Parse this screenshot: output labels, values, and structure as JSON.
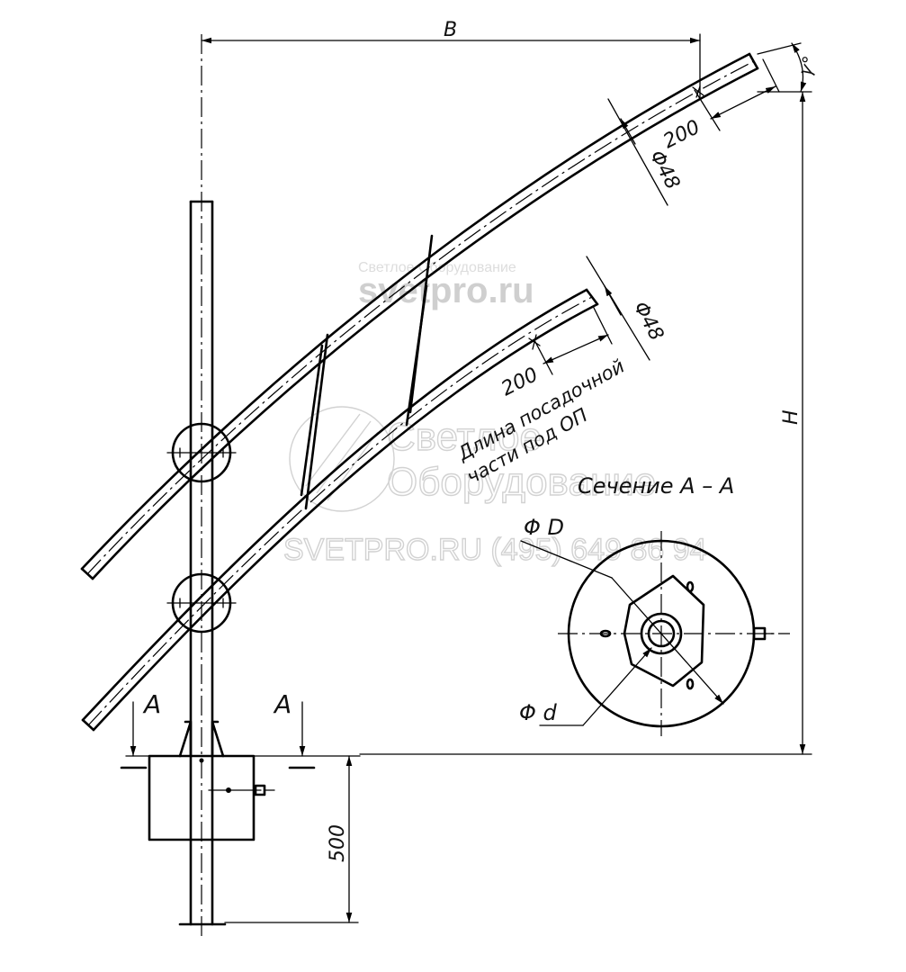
{
  "labels": {
    "dim_b": "B",
    "dim_h": "H",
    "dim_gamma": "γ°",
    "dim_200_top": "200",
    "dim_200_low": "200",
    "dim_phi48_top": "Φ48",
    "dim_phi48_low": "Φ48",
    "landing_line1": "Длина посадочной",
    "landing_line2": "части под ОП",
    "section_title": "Сечение  A – A",
    "section_mark_left": "A",
    "section_mark_right": "A",
    "dim_500": "500",
    "dim_D": "Φ D",
    "dim_d": "Φ d"
  },
  "watermark": {
    "line1": "Светлое Оборудование",
    "line2": "svetpro.ru",
    "line3": "Светлое",
    "line4": "Оборудование",
    "line5": "SVETPRO.RU   (495) 649 86 94"
  }
}
